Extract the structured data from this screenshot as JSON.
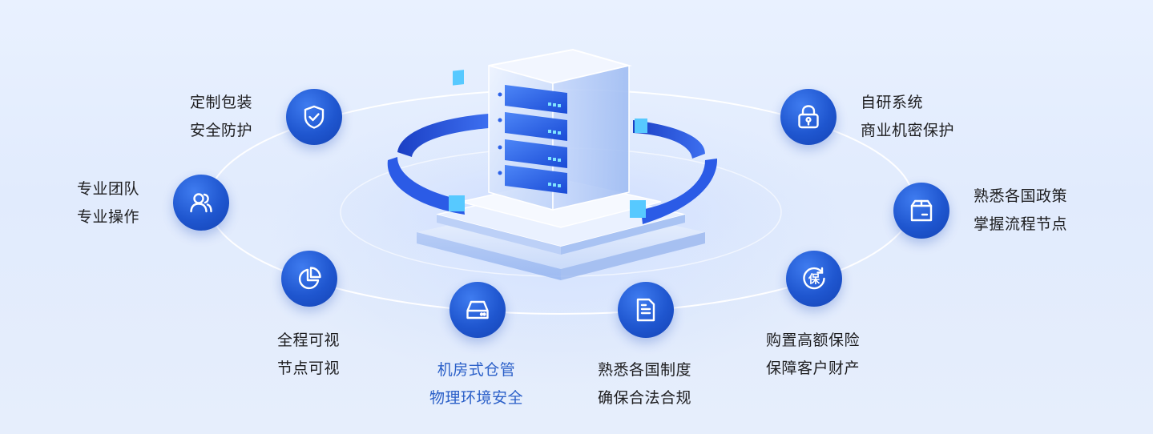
{
  "colors": {
    "accent": "#2156d2",
    "active_text": "#2a5fc8",
    "text": "#1d1d1f"
  },
  "features": [
    {
      "icon": "shield-check-icon",
      "line1": "定制包装",
      "line2": "安全防护"
    },
    {
      "icon": "users-icon",
      "line1": "专业团队",
      "line2": "专业操作"
    },
    {
      "icon": "pie-chart-icon",
      "line1": "全程可视",
      "line2": "节点可视"
    },
    {
      "icon": "drive-icon",
      "line1": "机房式仓管",
      "line2": "物理环境安全",
      "active": true
    },
    {
      "icon": "document-icon",
      "line1": "熟悉各国制度",
      "line2": "确保合法合规"
    },
    {
      "icon": "insurance-icon",
      "line1": "购置高额保险",
      "line2": "保障客户财产"
    },
    {
      "icon": "box-icon",
      "line1": "熟悉各国政策",
      "line2": "掌握流程节点"
    },
    {
      "icon": "lock-icon",
      "line1": "自研系统",
      "line2": "商业机密保护"
    }
  ],
  "insurance_glyph": "保"
}
